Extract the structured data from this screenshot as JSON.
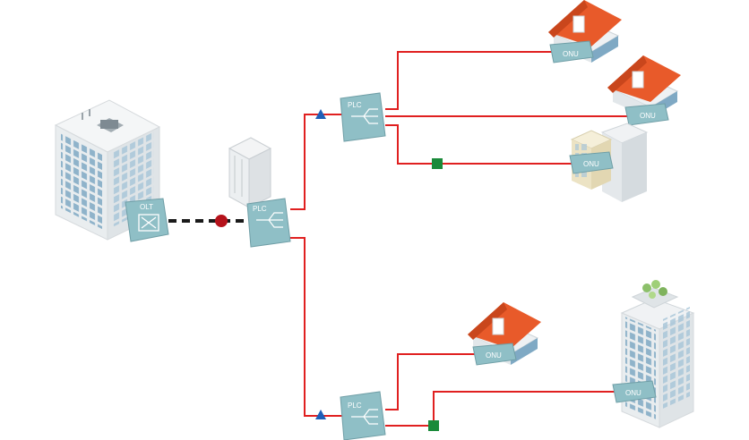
{
  "diagram": {
    "olt_label": "OLT",
    "splitter_label": "PLC",
    "onu_label": "ONU"
  },
  "colors": {
    "fiber": "#e02020",
    "feeder": "#1a1a1a",
    "connector_round": "#b5121b",
    "connector_triangle": "#1f5fb8",
    "connector_square": "#1a8a3a",
    "device": "#8fbfc6",
    "roof": "#e85a2a",
    "building": "#eef1f3",
    "window": "#7fa9c4"
  },
  "icons": [
    "olt-switch-icon",
    "splitter-icon",
    "house-icon",
    "office-building-icon",
    "tower-building-icon",
    "cabinet-icon"
  ]
}
